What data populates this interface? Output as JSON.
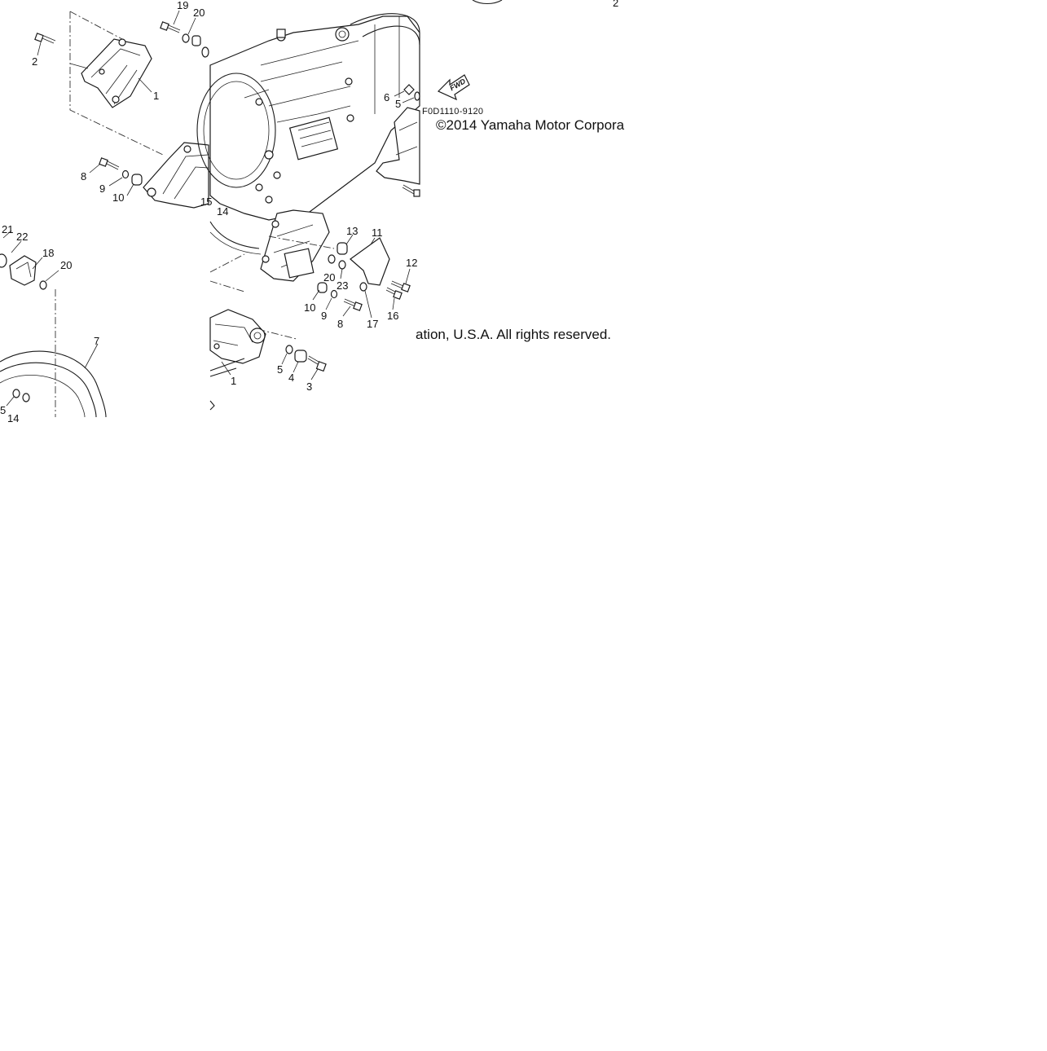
{
  "diagram": {
    "part_code": "F0D1110-9120",
    "direction_label": "FWD",
    "copyright_line_1": "©2014 Yamaha Motor Corpora",
    "copyright_line_2": "ation, U.S.A. All rights reserved.",
    "callouts": {
      "c19": "19",
      "c20a": "20",
      "c2a": "2",
      "c1a": "1",
      "c2b": "2",
      "c6": "6",
      "c5a": "5",
      "c8a": "8",
      "c9a": "9",
      "c10a": "10",
      "c15": "15",
      "c14a": "14",
      "c21": "21",
      "c22": "22",
      "c18": "18",
      "c20b": "20",
      "c13": "13",
      "c11": "11",
      "c12": "12",
      "c20c": "20",
      "c23": "23",
      "c10b": "10",
      "c9b": "9",
      "c8b": "8",
      "c17": "17",
      "c16": "16",
      "c7": "7",
      "c5b": "5",
      "c4": "4",
      "c3": "3",
      "c1b": "1",
      "c5c": "5",
      "c14b": "14"
    }
  }
}
